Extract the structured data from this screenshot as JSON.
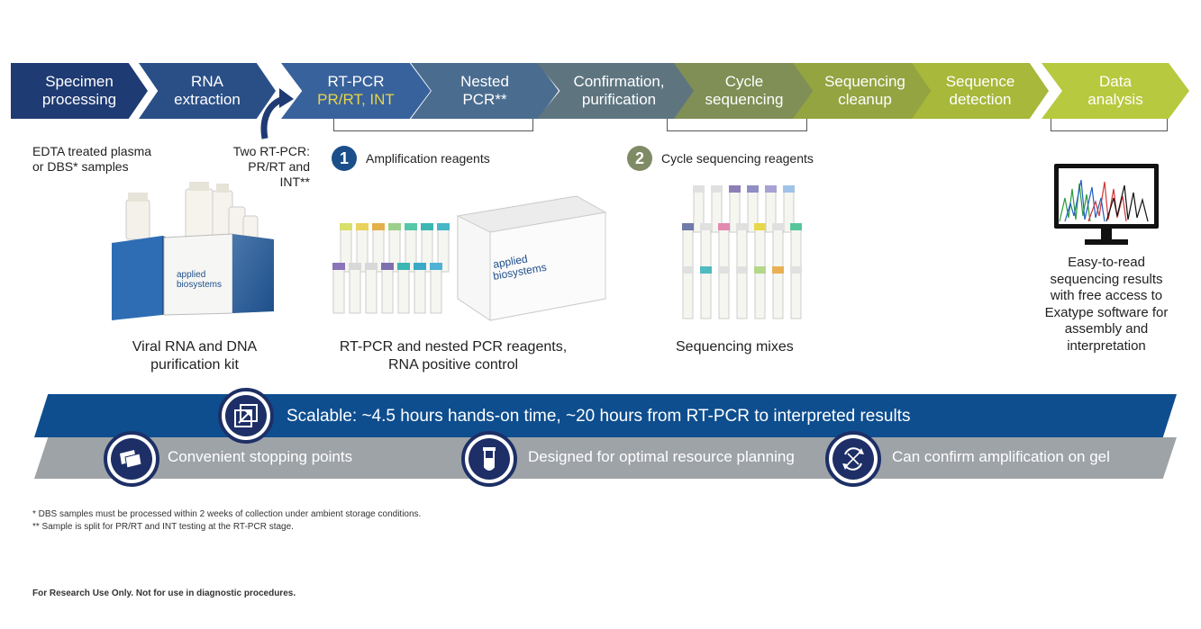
{
  "workflow": {
    "steps": [
      {
        "line1": "Specimen",
        "line2": "processing",
        "color": "#1f3b73"
      },
      {
        "line1": "RNA",
        "line2": "extraction",
        "color": "#2a4f87"
      },
      {
        "line1": "RT-PCR",
        "line2": "PR/RT, INT",
        "color": "#38629c"
      },
      {
        "line1": "Nested",
        "line2": "PCR**",
        "color": "#4a6c8f"
      },
      {
        "line1": "Confirmation,",
        "line2": "purification",
        "color": "#5e7580"
      },
      {
        "line1": "Cycle",
        "line2": "sequencing",
        "color": "#7f8f55"
      },
      {
        "line1": "Sequencing",
        "line2": "cleanup",
        "color": "#93a441"
      },
      {
        "line1": "Sequence",
        "line2": "detection",
        "color": "#a7b83a"
      },
      {
        "line1": "Data",
        "line2": "analysis",
        "color": "#b7c93e"
      }
    ]
  },
  "notes": {
    "samples": [
      "EDTA treated plasma",
      "or DBS* samples"
    ],
    "two_rtpcr": [
      "Two RT-PCR:",
      "PR/RT and INT**"
    ],
    "amp_num": "1",
    "amp_label": "Amplification reagents",
    "cyc_num": "2",
    "cyc_label": "Cycle sequencing reagents"
  },
  "captions": {
    "kit": [
      "Viral RNA and DNA",
      "purification kit"
    ],
    "pcr": [
      "RT-PCR and nested PCR reagents,",
      "RNA positive control"
    ],
    "seq": "Sequencing mixes",
    "analysis": [
      "Easy-to-read",
      "sequencing results",
      "with free access to",
      "Exatype software for",
      "assembly and",
      "interpretation"
    ]
  },
  "brand": {
    "line1": "applied",
    "line2": "biosystems"
  },
  "banners": {
    "main": "Scalable: ~4.5 hours hands-on time, ~20 hours from RT-PCR to interpreted results",
    "f1": "Convenient stopping points",
    "f2": "Designed for optimal resource planning",
    "f3": "Can confirm amplification on gel"
  },
  "footnotes": {
    "n1": "* DBS samples must be processed within 2 weeks of collection under ambient storage conditions.",
    "n2": "** Sample is split for PR/RT and INT testing at the RT-PCR stage.",
    "n3": "For Research Use Only. Not for use in diagnostic procedures."
  },
  "colors": {
    "band_blue": "#0e4e8f",
    "band_grey": "#9ea3a8",
    "badge": "#1d2f66",
    "num1": "#1a4f8a",
    "num2": "#7e8b64"
  }
}
